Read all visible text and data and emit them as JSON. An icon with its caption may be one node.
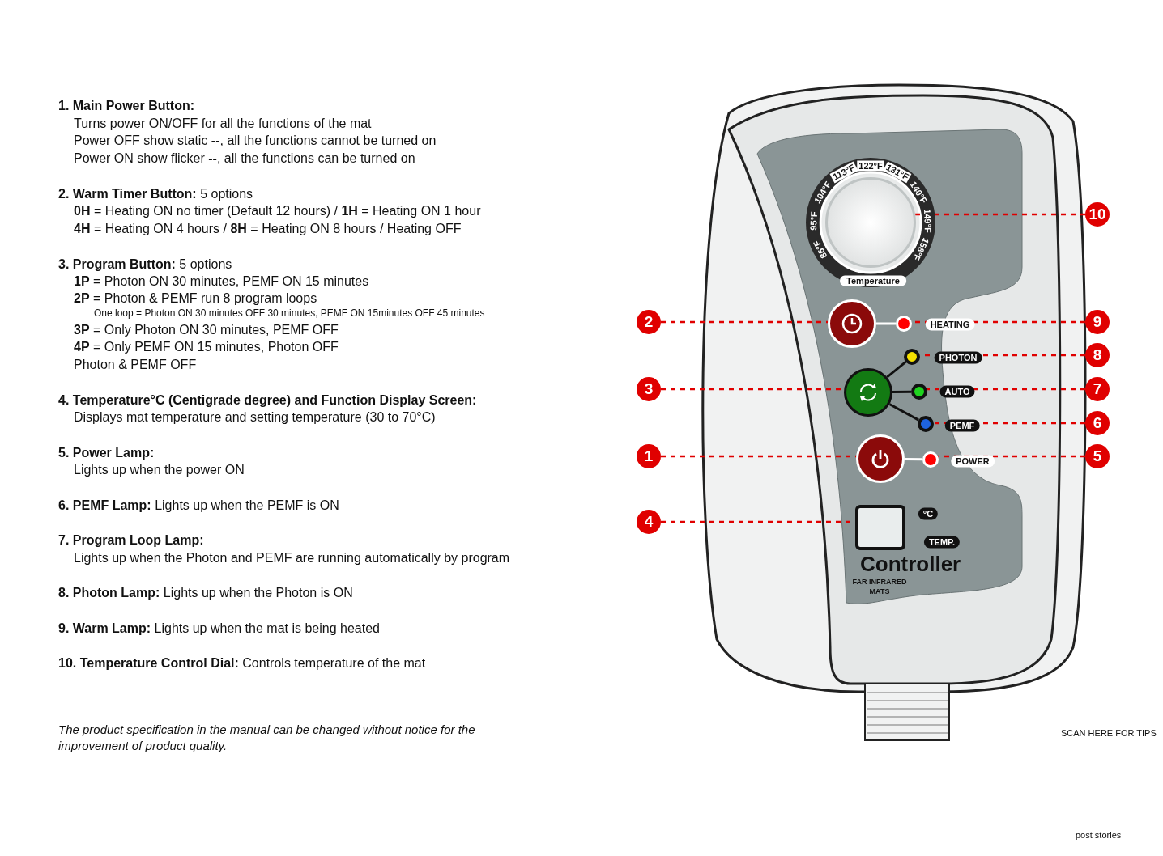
{
  "diagram": {
    "nodes": [
      {
        "text": [
          "10"
        ]
      },
      {
        "text": [
          "2"
        ]
      },
      {
        "text": [
          "9"
        ]
      },
      {
        "text": [
          "8"
        ]
      },
      {
        "text": [
          "3"
        ]
      },
      {
        "text": [
          "7"
        ]
      },
      {
        "text": [
          "6"
        ]
      },
      {
        "text": [
          "1"
        ]
      },
      {
        "text": [
          "5"
        ]
      },
      {
        "text": [
          "4"
        ]
      },
      {
        "text": [],
        "shape": "circle"
      },
      {
        "text": [],
        "shape": "circle"
      },
      {
        "text": [],
        "shape": "circle"
      },
      {
        "text": [],
        "shape": "circle"
      },
      {
        "text": [],
        "shape": "circle"
      },
      {
        "text": [],
        "shape": "circle"
      },
      {
        "text": [],
        "shape": "circle"
      },
      {
        "text": [],
        "shape": "circle"
      },
      {
        "text": [],
        "shape": "circle"
      },
      {
        "text": [],
        "shape": "box"
      }
    ],
    "edges": [
      {
        "from": 0,
        "to": 10,
        "arrow": "none",
        "style": "dashed"
      },
      {
        "from": 1,
        "to": 11,
        "arrow": "none",
        "style": "dashed"
      },
      {
        "from": 2,
        "to": 12,
        "arrow": "none",
        "style": "dashed"
      },
      {
        "from": 3,
        "to": 13,
        "arrow": "none",
        "style": "dashed"
      },
      {
        "from": 4,
        "to": 14,
        "arrow": "none",
        "style": "dashed"
      },
      {
        "from": 5,
        "to": 15,
        "arrow": "none",
        "style": "dashed"
      },
      {
        "from": 6,
        "to": 16,
        "arrow": "none",
        "style": "dashed"
      },
      {
        "from": 7,
        "to": 17,
        "arrow": "none",
        "style": "dashed"
      },
      {
        "from": 8,
        "to": 18,
        "arrow": "none",
        "style": "dashed"
      },
      {
        "from": 9,
        "to": 19,
        "arrow": "none",
        "style": "dashed"
      },
      {
        "from": 11,
        "to": 12,
        "arrow": "none",
        "color": "#ffffff"
      },
      {
        "from": 14,
        "to": 13,
        "arrow": "none",
        "color": "#111111"
      },
      {
        "from": 14,
        "to": 15,
        "arrow": "none",
        "color": "#111111"
      },
      {
        "from": 14,
        "to": 16,
        "arrow": "none",
        "color": "#111111"
      },
      {
        "from": 17,
        "to": 18,
        "arrow": "none",
        "color": "#ffffff"
      }
    ],
    "labels": [
      "**1. Main Power Button:**",
      "Turns power ON/OFF for all the functions of the mat",
      "Power OFF show static **--**, all the functions cannot be turned on",
      "Power ON show flicker **--**, all the functions can be turned on",
      "**2. Warm Timer Button:** 5 options",
      "**0H** = Heating ON no timer (Default 12 hours) / **1H** = Heating ON 1 hour",
      "**4H** = Heating ON 4 hours / **8H** = Heating ON 8 hours / Heating OFF",
      "**3. Program Button:** 5 options",
      "**1P** = Photon ON 30 minutes, PEMF ON 15 minutes",
      "**2P** = Photon & PEMF run 8 program loops",
      "One loop = Photon ON 30 minutes OFF 30 minutes, PEMF ON 15minutes OFF 45 minutes",
      "**3P** = Only Photon ON 30 minutes, PEMF OFF",
      "**4P** = Only PEMF ON 15 minutes, Photon OFF",
      "Photon & PEMF OFF",
      "**4. Temperature°C (Centigrade degree) and Function Display Screen:**",
      "Displays mat temperature and setting temperature (30 to 70°C)",
      "**5. Power Lamp:**",
      "Lights up when the power ON",
      "**6. PEMF Lamp:** Lights up when the PEMF is ON",
      "**7. Program Loop Lamp:**",
      "Lights up when the Photon and PEMF are running automatically by program",
      "**8. Photon Lamp:** Lights up when the Photon is ON",
      "**9. Warm Lamp:** Lights up when the mat is being heated",
      "**10. Temperature Control Dial:** Controls temperature of the mat",
      "The product specification in the manual can be changed without notice for the improvement of product quality.",
      "113°F",
      "122°F",
      "131°F",
      "104°F",
      "140°F",
      "95°F",
      "149°F",
      "86°F",
      "158°F",
      "Temperature",
      "HEATING",
      "PHOTON",
      "AUTO",
      "PEMF",
      "POWER",
      "°C",
      "TEMP.",
      "Controller",
      "FAR INFRARED MATS",
      "SCAN HERE FOR TIPS",
      "post stories"
    ]
  }
}
